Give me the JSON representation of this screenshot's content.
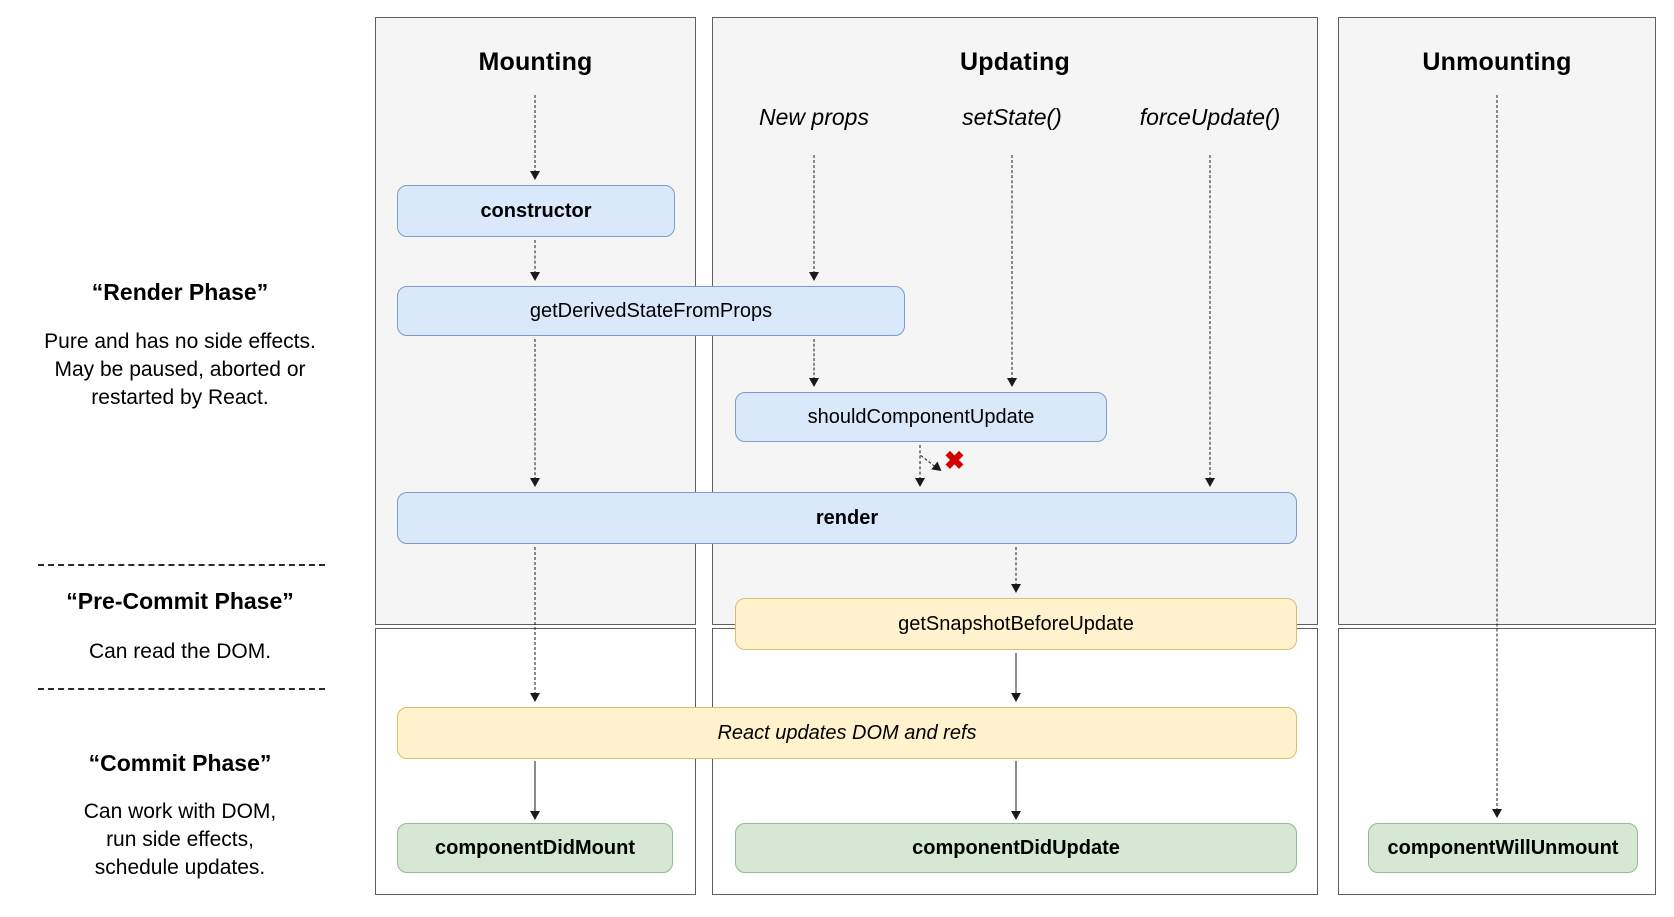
{
  "diagram": {
    "columns": [
      {
        "id": "mounting",
        "title": "Mounting"
      },
      {
        "id": "updating",
        "title": "Updating",
        "triggers": [
          "New props",
          "setState()",
          "forceUpdate()"
        ]
      },
      {
        "id": "unmounting",
        "title": "Unmounting"
      }
    ],
    "side_notes": [
      {
        "title": "“Render Phase”",
        "body": "Pure and has no side effects.\nMay be paused, aborted or\nrestarted by React."
      },
      {
        "title": "“Pre-Commit Phase”",
        "body": "Can read the DOM."
      },
      {
        "title": "“Commit Phase”",
        "body": "Can work with DOM,\nrun side effects,\nschedule updates."
      }
    ],
    "nodes": {
      "constructor": "constructor",
      "getDerivedStateFromProps": "getDerivedStateFromProps",
      "shouldComponentUpdate": "shouldComponentUpdate",
      "render": "render",
      "getSnapshotBeforeUpdate": "getSnapshotBeforeUpdate",
      "reactUpdates": "React updates DOM and refs",
      "componentDidMount": "componentDidMount",
      "componentDidUpdate": "componentDidUpdate",
      "componentWillUnmount": "componentWillUnmount"
    },
    "abort_icon": "✖",
    "colors": {
      "column_bg": "#f5f5f5",
      "column_border": "#5f5f5f",
      "node_blue_fill": "#dae8fc",
      "node_blue_border": "#7e9cc7",
      "node_yellow_fill": "#fff2cc",
      "node_yellow_border": "#d9bf6b",
      "node_green_fill": "#d5e8d4",
      "node_green_border": "#99b898",
      "abort_red": "#d40000"
    }
  }
}
